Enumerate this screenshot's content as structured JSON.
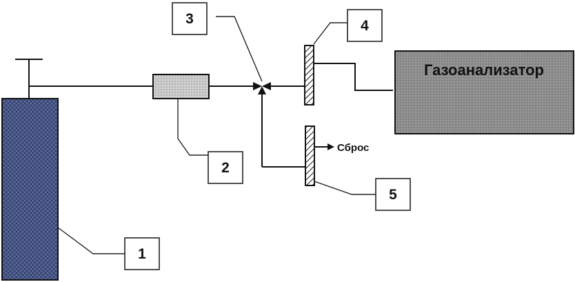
{
  "callouts": {
    "c1": "1",
    "c2": "2",
    "c3": "3",
    "c4": "4",
    "c5": "5"
  },
  "analyzer_label": "Газоанализатор",
  "exhaust_label": "Сброс",
  "colors": {
    "cylinder_fill": "#5a6a9a",
    "filter_fill": "#bdbdbd",
    "analyzer_fill": "#8e8e8e",
    "line": "#111111"
  }
}
